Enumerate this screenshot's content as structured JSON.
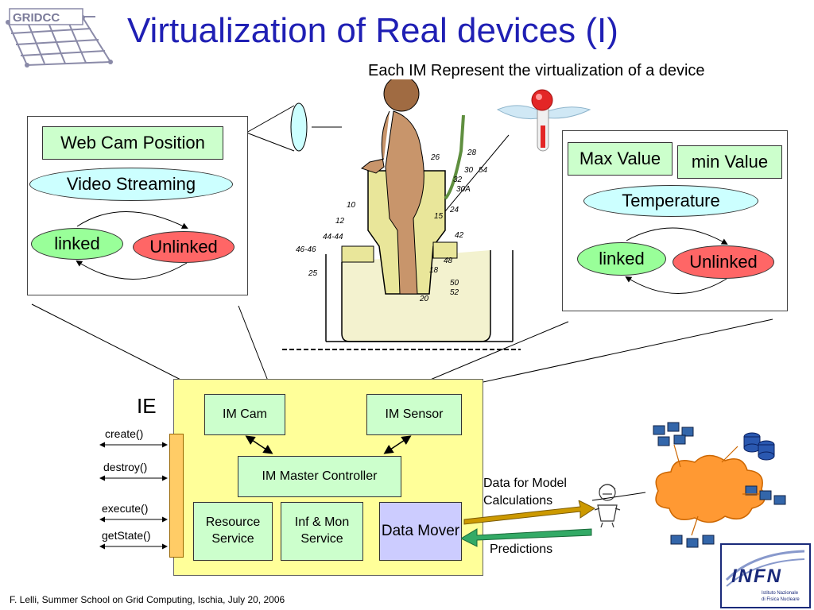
{
  "title": "Virtualization of Real devices (I)",
  "subtitle": "Each IM Represent the virtualization of a device",
  "left_panel": {
    "position_box": "Web Cam Position",
    "streaming": "Video Streaming",
    "linked": "linked",
    "unlinked": "Unlinked"
  },
  "right_panel": {
    "max_value": "Max Value",
    "min_value": "min Value",
    "temperature": "Temperature",
    "linked": "linked",
    "unlinked": "Unlinked"
  },
  "illustration_labels": [
    "26",
    "28",
    "30",
    "54",
    "32",
    "30A",
    "10",
    "12",
    "15",
    "24",
    "44-44",
    "46-46",
    "42",
    "25",
    "48",
    "18",
    "50",
    "52",
    "20"
  ],
  "ie": {
    "label": "IE",
    "im_cam": "IM Cam",
    "im_sensor": "IM Sensor",
    "master": "IM Master Controller",
    "resource": "Resource Service",
    "infmon": "Inf & Mon Service",
    "mover": "Data Mover"
  },
  "operations": [
    "create()",
    "destroy()",
    "execute()",
    "getState()"
  ],
  "flow": {
    "data_for_model": "Data for Model Calculations",
    "predictions": "Predictions"
  },
  "logos": {
    "gridcc": "GRIDCC",
    "infn": "INFN",
    "infn_sub1": "Istituto Nazionale",
    "infn_sub2": "di Fisica Nucleare"
  },
  "footer": "F. Lelli, Summer School on Grid Computing, Ischia, July 20, 2006",
  "colors": {
    "title": "#1f1fb4",
    "green_box": "#ccffcc",
    "oval_blue": "#ccffff",
    "oval_green": "#99ff99",
    "oval_red": "#ff6666",
    "ie_bg": "#ffff99",
    "mover_bg": "#ccccff",
    "arrow_gold": "#cc9900",
    "arrow_green": "#33aa66"
  }
}
